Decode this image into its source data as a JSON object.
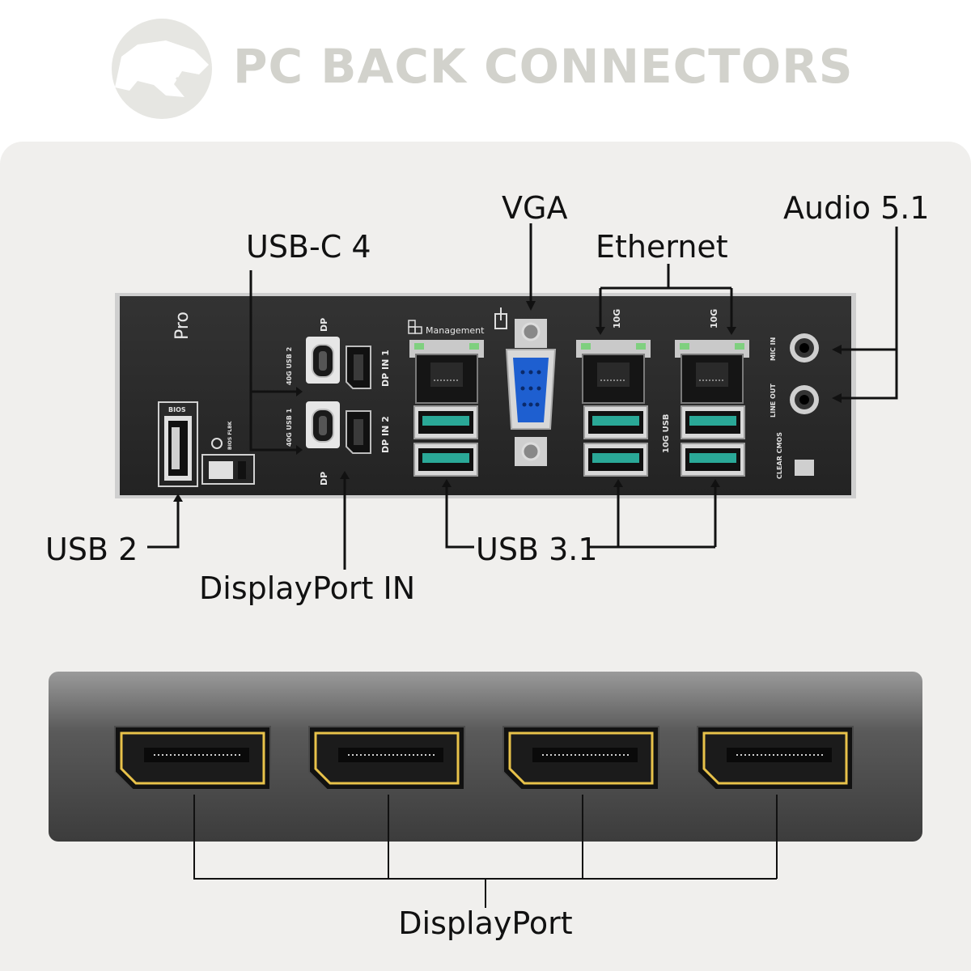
{
  "title": "PC BACK CONNECTORS",
  "labels": {
    "usbc4": "USB-C 4",
    "vga": "VGA",
    "ethernet": "Ethernet",
    "audio": "Audio 5.1",
    "usb2": "USB 2",
    "displayport_in": "DisplayPort IN",
    "usb31": "USB 3.1",
    "displayport": "DisplayPort"
  },
  "io_text": {
    "brand": "Pro",
    "bios": "BIOS",
    "bios_flbk": "BIOS FLBK",
    "dp_top": "DP",
    "dp_bottom": "DP",
    "usb_40g_2": "40G USB 2",
    "usb_40g_1": "40G USB 1",
    "dp_in_1": "DP IN 1",
    "dp_in_2": "DP IN 2",
    "management": "Management",
    "ten_g_left": "10G",
    "ten_g_right": "10G",
    "ten_g_usb": "10G USB",
    "mic_in": "MIC IN",
    "line_out": "LINE OUT",
    "clear_cmos": "CLEAR CMOS"
  },
  "colors": {
    "title": "#d2d2cc",
    "panel_background": "#f0efed",
    "io_plate": "#2a2a2a",
    "usb3_teal": "#2aa897",
    "vga_blue": "#1e5fd0",
    "displayport_gold": "#e8c24a",
    "leader_line": "#111111"
  },
  "icons": [
    "trex-logo-icon",
    "network-icon",
    "export-icon",
    "refresh-icon"
  ]
}
